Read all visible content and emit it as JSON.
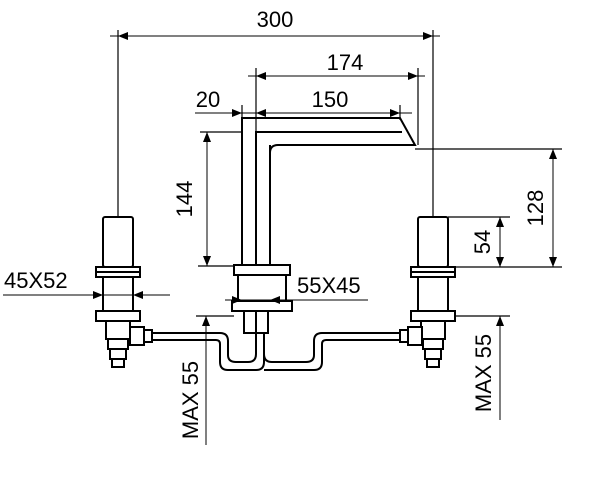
{
  "dimensions": {
    "overall_width": "300",
    "spout_reach": "174",
    "spout_offset": "20",
    "spout_projection": "150",
    "spout_height": "144",
    "outlet_height": "128",
    "handle_height": "54",
    "handle_base": "45X52",
    "spout_base": "55X45",
    "max_depth_left": "MAX 55",
    "max_depth_right": "MAX 55"
  },
  "colors": {
    "ink": "#000000",
    "background": "#ffffff"
  }
}
